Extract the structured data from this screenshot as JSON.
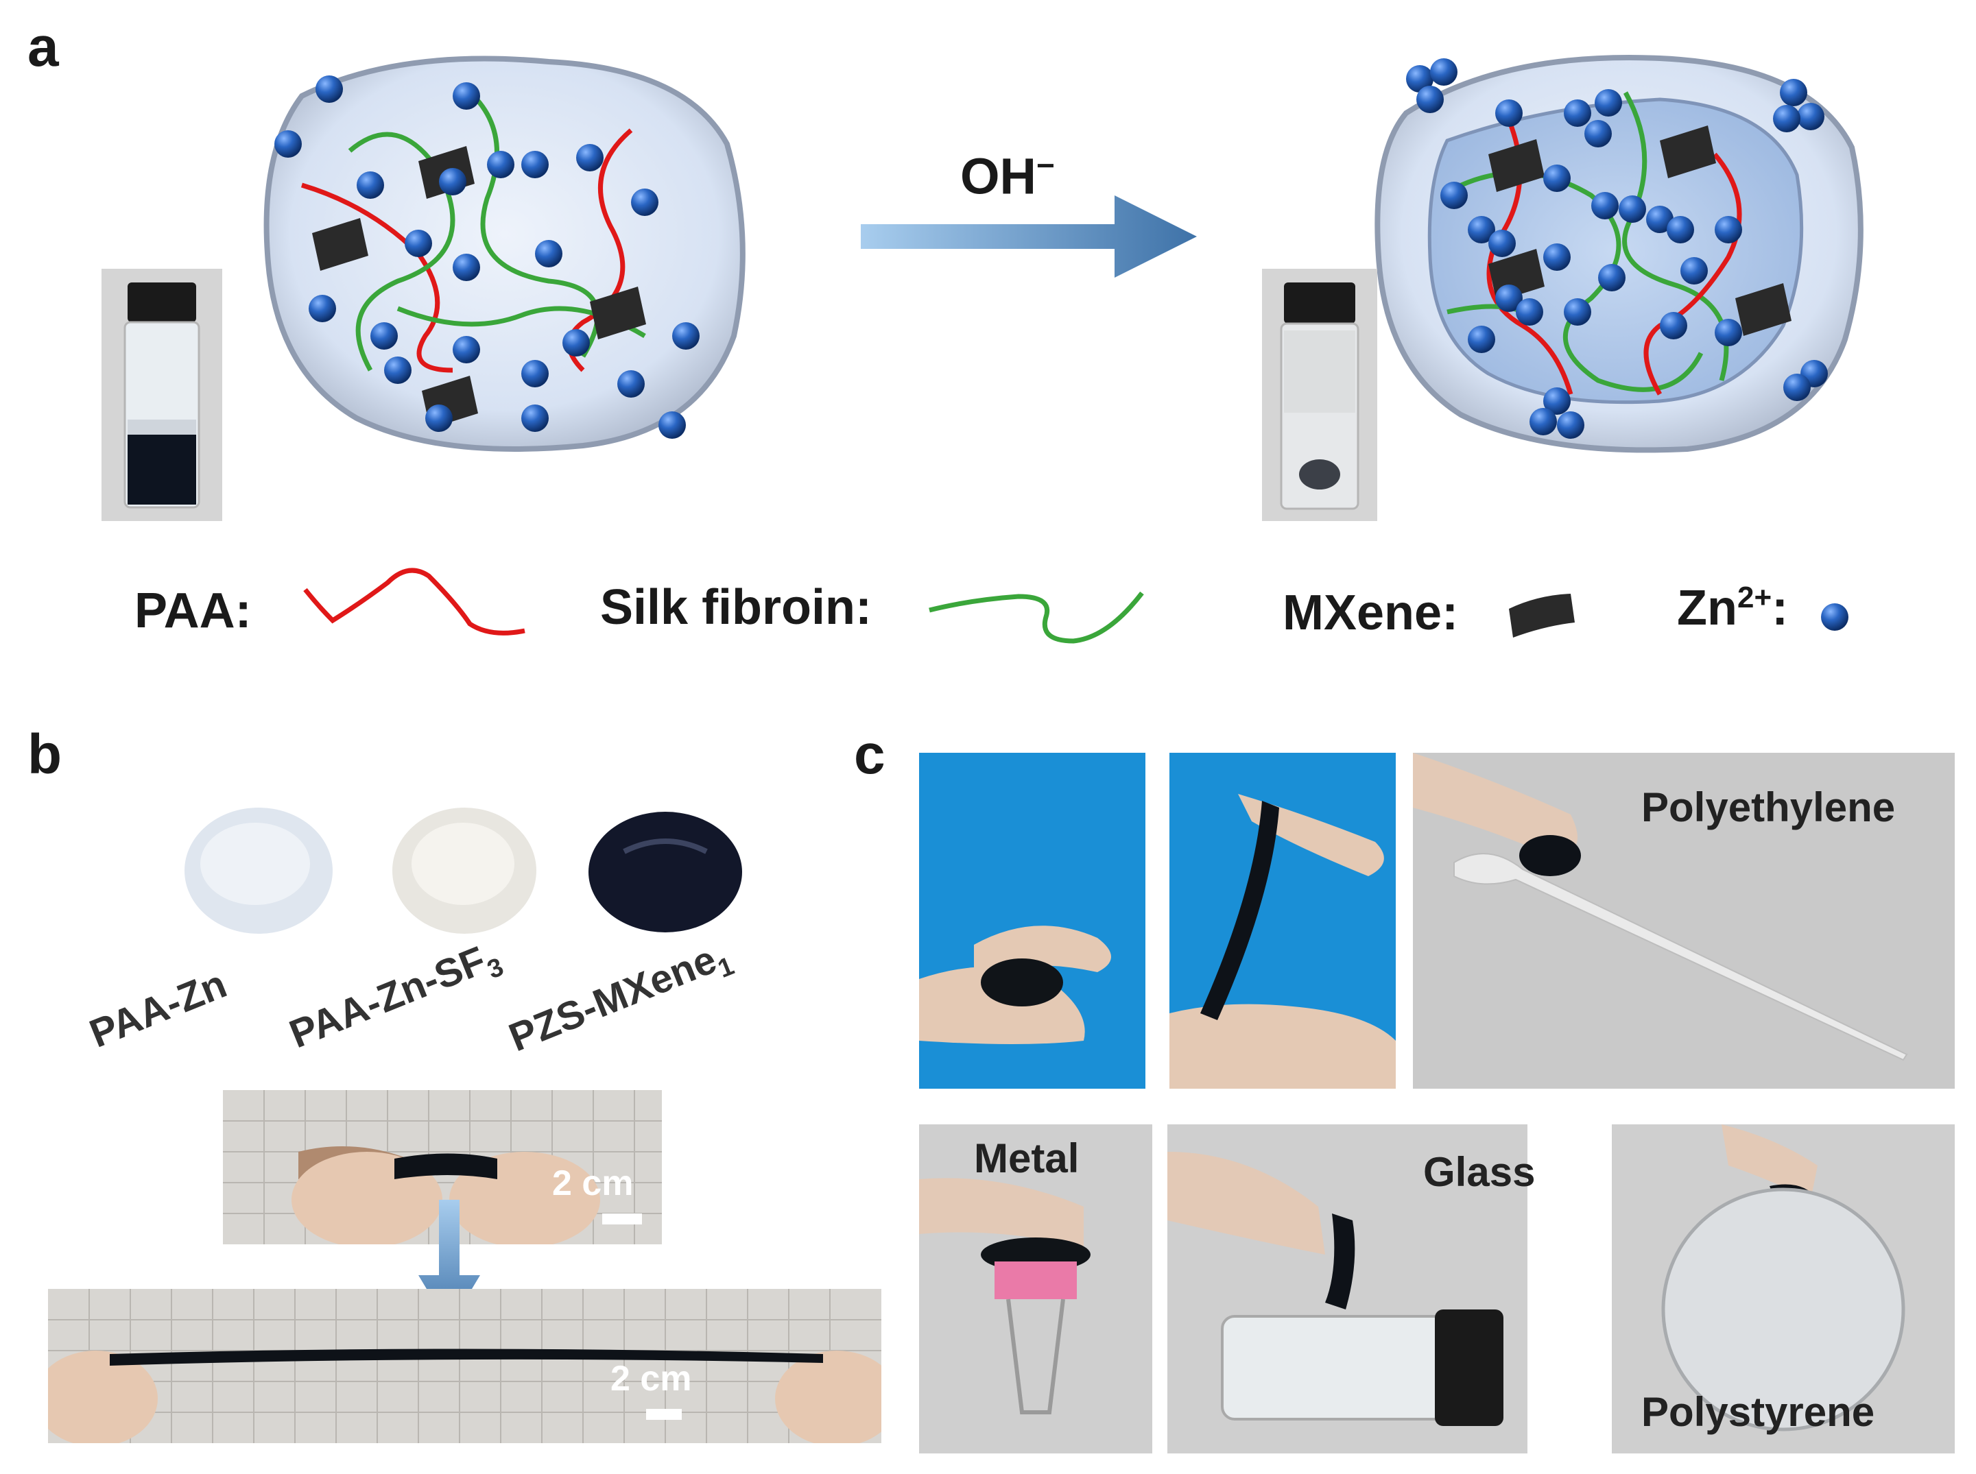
{
  "panel_a": {
    "label": "a",
    "arrow_label": "OH",
    "arrow_label_sup": "−",
    "legend": {
      "paa": "PAA:",
      "silk": "Silk fibroin:",
      "mxene": "MXene:",
      "zn": "Zn",
      "zn_sup": "2+",
      "zn_colon": ":"
    }
  },
  "panel_b": {
    "label": "b",
    "samples": [
      {
        "text": "PAA-Zn",
        "sub": ""
      },
      {
        "text": "PAA-Zn-SF",
        "sub": "3"
      },
      {
        "text": "PZS-MXene",
        "sub": "1"
      }
    ],
    "scalebar_top": "2 cm",
    "scalebar_bottom": "2 cm"
  },
  "panel_c": {
    "label": "c",
    "substrates": {
      "polyethylene": "Polyethylene",
      "metal": "Metal",
      "glass": "Glass",
      "polystyrene": "Polystyrene"
    }
  },
  "colors": {
    "paa_chain": "#e01818",
    "silk_chain": "#3aa63a",
    "zn_ion": "#1f5fb0",
    "mxene_flake": "#2a2a2a",
    "arrow": "#5b8fc6",
    "photo_blue_bg": "#1a8fd6",
    "photo_grey_bg": "#c9c9c9"
  }
}
